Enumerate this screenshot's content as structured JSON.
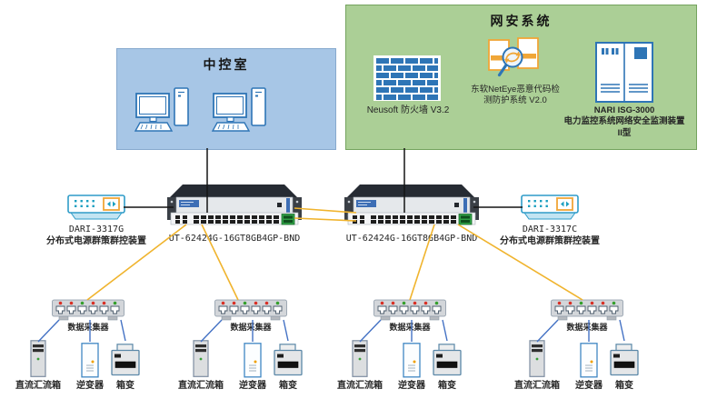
{
  "colors": {
    "canvas_bg": "#FFFFFF",
    "control_room_fill": "#A7C6E6",
    "control_room_border": "#87A9CE",
    "security_fill": "#ABCF96",
    "security_border": "#74A35E",
    "icon_blue": "#2E75B6",
    "accent_orange": "#F0A637",
    "device_teal": "#1B9FC0",
    "yellow_line": "#F0B42E",
    "blue_line": "#4472C4",
    "black_line": "#141414",
    "led_red": "#D93025",
    "led_green": "#34A02C",
    "module_green": "#2F9E44",
    "text": "#262626"
  },
  "control_room": {
    "title": "中控室"
  },
  "security_system": {
    "title": "网安系统",
    "firewall_label": "Neusoft 防火墙 V3.2",
    "neteye_label_line1": "东软NetEye恶意代码检",
    "neteye_label_line2": "测防护系统 V2.0",
    "nari_model": "NARI ISG-3000",
    "nari_label": "电力监控系统网络安全监测装置",
    "nari_type": "II型"
  },
  "switches": [
    {
      "model": "UT-62424G-16GT8GB4GP-BND"
    },
    {
      "model": "UT-62424G-16GT8GB4GP-BND"
    }
  ],
  "controllers": [
    {
      "model": "DARI-3317G",
      "name": "分布式电源群策群控装置"
    },
    {
      "model": "DARI-3317C",
      "name": "分布式电源群策群控装置"
    }
  ],
  "groups": [
    {
      "collector": "数据采集器",
      "devices": [
        "直流汇流箱",
        "逆变器",
        "箱变"
      ]
    },
    {
      "collector": "数据采集器",
      "devices": [
        "直流汇流箱",
        "逆变器",
        "箱变"
      ]
    },
    {
      "collector": "数据采集器",
      "devices": [
        "直流汇流箱",
        "逆变器",
        "箱变"
      ]
    },
    {
      "collector": "数据采集器",
      "devices": [
        "直流汇流箱",
        "逆变器",
        "箱变"
      ]
    }
  ]
}
